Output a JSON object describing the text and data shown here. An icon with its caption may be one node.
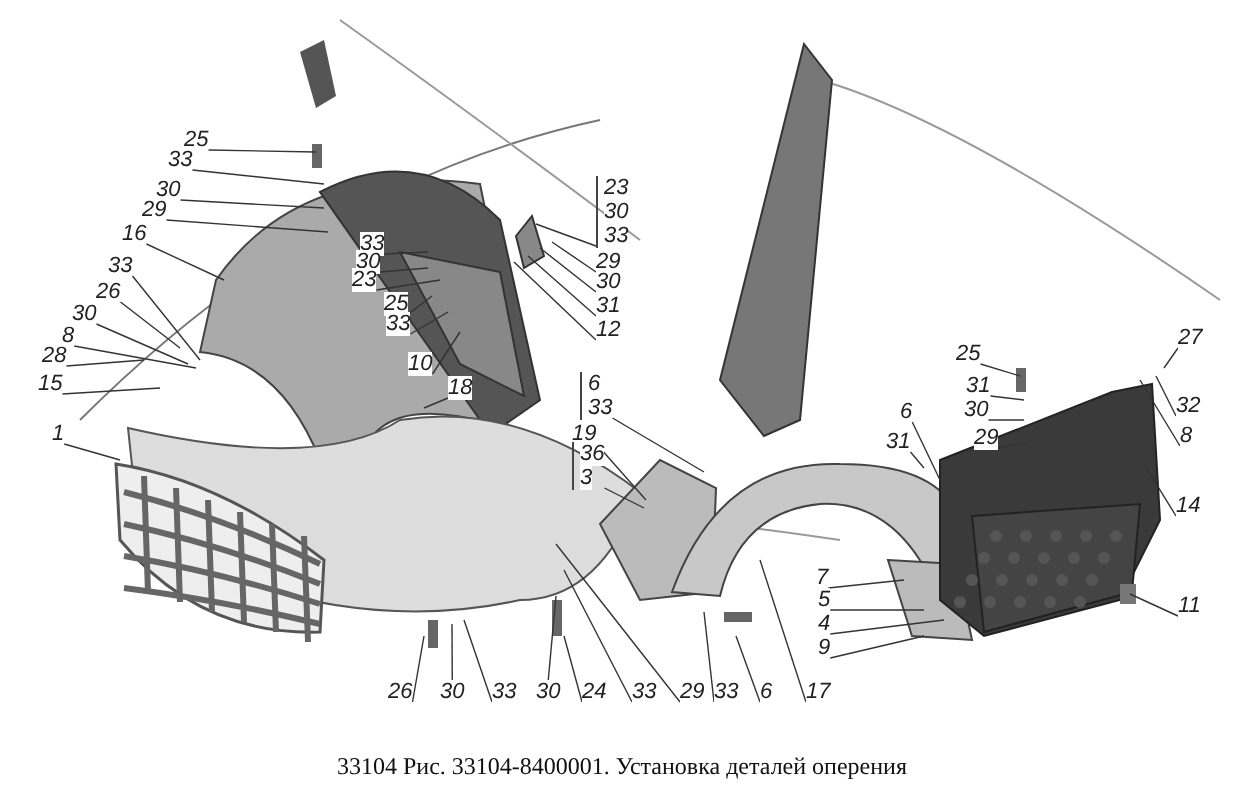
{
  "diagram": {
    "caption": "33104 Рис. 33104-8400001. Установка деталей оперения",
    "nodes": [
      {
        "text": [
          "25"
        ]
      },
      {
        "text": [
          "33"
        ]
      },
      {
        "text": [
          "30"
        ]
      },
      {
        "text": [
          "29"
        ]
      },
      {
        "text": [
          "16"
        ]
      },
      {
        "text": [
          "33"
        ]
      },
      {
        "text": [
          "26"
        ]
      },
      {
        "text": [
          "30"
        ]
      },
      {
        "text": [
          "8"
        ]
      },
      {
        "text": [
          "28"
        ]
      },
      {
        "text": [
          "15"
        ]
      },
      {
        "text": [
          "1"
        ]
      },
      {
        "text": [
          "33"
        ]
      },
      {
        "text": [
          "30"
        ]
      },
      {
        "text": [
          "23"
        ]
      },
      {
        "text": [
          "25"
        ]
      },
      {
        "text": [
          "33"
        ]
      },
      {
        "text": [
          "10"
        ]
      },
      {
        "text": [
          "18"
        ]
      },
      {
        "text": [
          "23",
          "30",
          "33"
        ]
      },
      {
        "text": [
          "29"
        ]
      },
      {
        "text": [
          "30"
        ]
      },
      {
        "text": [
          "31"
        ]
      },
      {
        "text": [
          "12"
        ]
      },
      {
        "text": [
          "6",
          "33"
        ]
      },
      {
        "text": [
          "19"
        ]
      },
      {
        "text": [
          "36",
          "3"
        ]
      },
      {
        "text": [
          "25"
        ]
      },
      {
        "text": [
          "31"
        ]
      },
      {
        "text": [
          "30"
        ]
      },
      {
        "text": [
          "29"
        ]
      },
      {
        "text": [
          "6"
        ]
      },
      {
        "text": [
          "31"
        ]
      },
      {
        "text": [
          "27"
        ]
      },
      {
        "text": [
          "32"
        ]
      },
      {
        "text": [
          "8"
        ]
      },
      {
        "text": [
          "14"
        ]
      },
      {
        "text": [
          "11"
        ]
      },
      {
        "text": [
          "7"
        ]
      },
      {
        "text": [
          "5"
        ]
      },
      {
        "text": [
          "4"
        ]
      },
      {
        "text": [
          "9"
        ]
      },
      {
        "text": [
          "26"
        ]
      },
      {
        "text": [
          "30"
        ]
      },
      {
        "text": [
          "33"
        ]
      },
      {
        "text": [
          "30"
        ]
      },
      {
        "text": [
          "24"
        ]
      },
      {
        "text": [
          "33"
        ]
      },
      {
        "text": [
          "29"
        ]
      },
      {
        "text": [
          "33"
        ]
      },
      {
        "text": [
          "6"
        ]
      },
      {
        "text": [
          "17"
        ]
      }
    ],
    "edges": [
      {
        "from": 0,
        "to": null,
        "arrow": "none"
      },
      {
        "from": 1,
        "to": null,
        "arrow": "none"
      },
      {
        "from": 2,
        "to": null,
        "arrow": "none"
      },
      {
        "from": 3,
        "to": null,
        "arrow": "none"
      },
      {
        "from": 4,
        "to": null,
        "arrow": "none"
      },
      {
        "from": 5,
        "to": null,
        "arrow": "none"
      },
      {
        "from": 6,
        "to": null,
        "arrow": "none"
      },
      {
        "from": 7,
        "to": null,
        "arrow": "none"
      },
      {
        "from": 8,
        "to": null,
        "arrow": "none"
      },
      {
        "from": 9,
        "to": null,
        "arrow": "none"
      },
      {
        "from": 10,
        "to": null,
        "arrow": "none"
      },
      {
        "from": 11,
        "to": null,
        "arrow": "none"
      },
      {
        "from": 12,
        "to": null,
        "arrow": "none"
      },
      {
        "from": 13,
        "to": null,
        "arrow": "none"
      },
      {
        "from": 14,
        "to": null,
        "arrow": "none"
      },
      {
        "from": 15,
        "to": null,
        "arrow": "none"
      },
      {
        "from": 16,
        "to": null,
        "arrow": "none"
      },
      {
        "from": 17,
        "to": null,
        "arrow": "none"
      },
      {
        "from": 18,
        "to": null,
        "arrow": "none"
      },
      {
        "from": 19,
        "to": null,
        "arrow": "none"
      },
      {
        "from": 20,
        "to": null,
        "arrow": "none"
      },
      {
        "from": 21,
        "to": null,
        "arrow": "none"
      },
      {
        "from": 22,
        "to": null,
        "arrow": "none"
      },
      {
        "from": 23,
        "to": null,
        "arrow": "none"
      },
      {
        "from": 24,
        "to": null,
        "arrow": "none"
      },
      {
        "from": 25,
        "to": null,
        "arrow": "none"
      },
      {
        "from": 26,
        "to": null,
        "arrow": "none"
      },
      {
        "from": 27,
        "to": null,
        "arrow": "none"
      },
      {
        "from": 28,
        "to": null,
        "arrow": "none"
      },
      {
        "from": 29,
        "to": null,
        "arrow": "none"
      },
      {
        "from": 30,
        "to": null,
        "arrow": "none"
      },
      {
        "from": 31,
        "to": null,
        "arrow": "none"
      },
      {
        "from": 32,
        "to": null,
        "arrow": "none"
      },
      {
        "from": 33,
        "to": null,
        "arrow": "none"
      },
      {
        "from": 34,
        "to": null,
        "arrow": "none"
      },
      {
        "from": 35,
        "to": null,
        "arrow": "none"
      },
      {
        "from": 36,
        "to": null,
        "arrow": "none"
      },
      {
        "from": 37,
        "to": null,
        "arrow": "none"
      },
      {
        "from": 38,
        "to": null,
        "arrow": "none"
      },
      {
        "from": 39,
        "to": null,
        "arrow": "none"
      },
      {
        "from": 40,
        "to": null,
        "arrow": "none"
      },
      {
        "from": 41,
        "to": null,
        "arrow": "none"
      },
      {
        "from": 42,
        "to": null,
        "arrow": "none"
      },
      {
        "from": 43,
        "to": null,
        "arrow": "none"
      },
      {
        "from": 44,
        "to": null,
        "arrow": "none"
      },
      {
        "from": 45,
        "to": null,
        "arrow": "none"
      },
      {
        "from": 46,
        "to": null,
        "arrow": "none"
      },
      {
        "from": 47,
        "to": null,
        "arrow": "none"
      },
      {
        "from": 48,
        "to": null,
        "arrow": "none"
      },
      {
        "from": 49,
        "to": null,
        "arrow": "none"
      },
      {
        "from": 50,
        "to": null,
        "arrow": "none"
      },
      {
        "from": 51,
        "to": null,
        "arrow": "none"
      }
    ]
  }
}
